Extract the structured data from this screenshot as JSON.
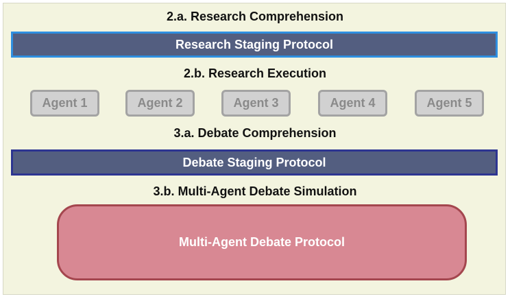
{
  "colors": {
    "background": "#f3f4df",
    "protocol_bar": "#535e80",
    "research_bar_border": "#2f8fe0",
    "debate_bar_border": "#2d3591",
    "agent_fill": "#d1d1d1",
    "agent_border": "#a3a3a3",
    "agent_text": "#8a8a8a",
    "debate_box_fill": "#d88893",
    "debate_box_border": "#a4464e"
  },
  "sections": {
    "research_comprehension": "2.a. Research Comprehension",
    "research_execution": "2.b. Research Execution",
    "debate_comprehension": "3.a. Debate Comprehension",
    "debate_simulation": "3.b. Multi-Agent Debate Simulation"
  },
  "research_protocol": "Research Staging Protocol",
  "agents": [
    "Agent 1",
    "Agent 2",
    "Agent 3",
    "Agent 4",
    "Agent 5"
  ],
  "debate_protocol": "Debate Staging Protocol",
  "debate_box": "Multi-Agent Debate Protocol"
}
